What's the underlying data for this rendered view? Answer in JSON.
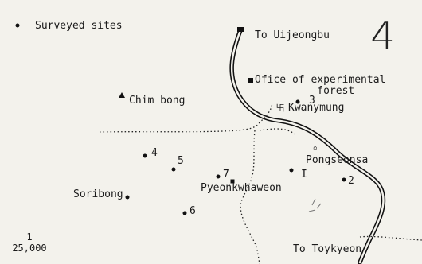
{
  "legend": {
    "bullet": "•",
    "label": "Surveyed sites"
  },
  "panel_number": "4",
  "scale": {
    "numerator": "1",
    "denominator": "25,000"
  },
  "places": {
    "to_uijeongbu": "To Uijeongbu",
    "office": "Ofice of experimental\n          forest",
    "kwanymung": "Kwanymung",
    "chim_bong": "Chim bong",
    "pongseonsa": "Pongseonsa",
    "pyeonkwhaweon": "Pyeonkwhaweon",
    "soribong": "Soribong",
    "to_toykyeon": "To Toykyeon"
  },
  "sites": {
    "s1": "I",
    "s2": "2",
    "s3": "3",
    "s4": "4",
    "s5": "5",
    "s6": "6",
    "s7": "7"
  },
  "icons": {
    "legend_dot": "survey-site-dot-icon",
    "office_marker": "office-square-icon",
    "temple_marker": "temple-swastika-icon",
    "peak_marker": "peak-triangle-icon",
    "pongseonsa_marker": "temple-house-icon"
  }
}
